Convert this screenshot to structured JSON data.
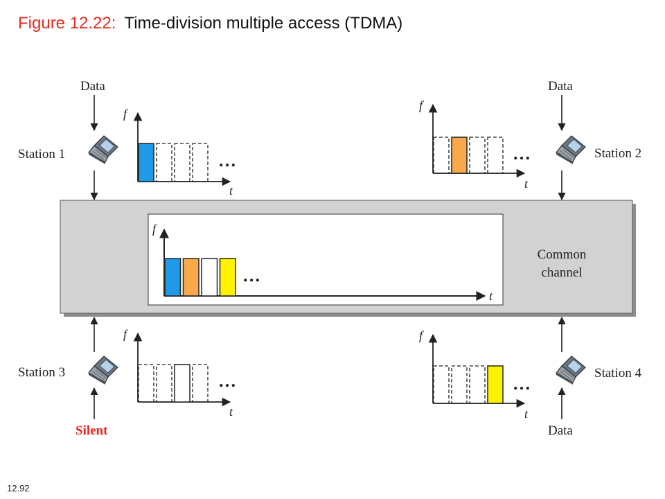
{
  "title": {
    "figure": "Figure 12.22:",
    "text": "Time-division multiple access (TDMA)"
  },
  "slide_number": "12.92",
  "colors": {
    "station1": "#1e9ae6",
    "station2": "#f9a94c",
    "station3": "#ffffff",
    "station4": "#fff200",
    "title_accent": "#e8281e",
    "silent": "#e8281e",
    "channel_bg": "#d2d2d2"
  },
  "channel": {
    "label_line1": "Common",
    "label_line2": "channel"
  },
  "axis": {
    "f": "f",
    "t": "t"
  },
  "ellipsis": "…",
  "stations": [
    {
      "name": "Station 1",
      "input": "Data",
      "active_slot": 1,
      "color": "#1e9ae6"
    },
    {
      "name": "Station 2",
      "input": "Data",
      "active_slot": 2,
      "color": "#f9a94c"
    },
    {
      "name": "Station 3",
      "input": "Silent",
      "active_slot": 3,
      "color": "#ffffff"
    },
    {
      "name": "Station 4",
      "input": "Data",
      "active_slot": 4,
      "color": "#fff200"
    }
  ],
  "common_slots": [
    "#1e9ae6",
    "#f9a94c",
    "#ffffff",
    "#fff200"
  ]
}
